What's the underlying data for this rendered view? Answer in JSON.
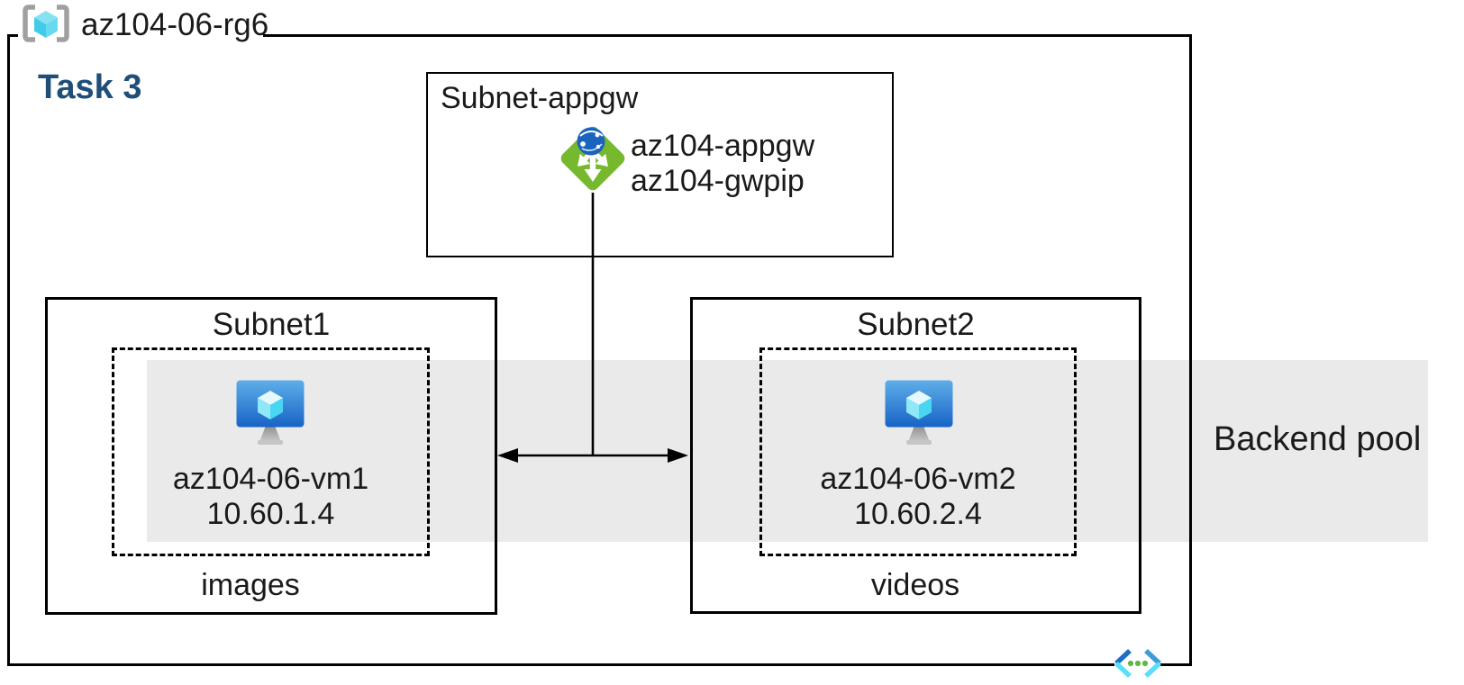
{
  "resource_group": {
    "name": "az104-06-rg6",
    "icon": "resource-group-icon"
  },
  "task": {
    "label": "Task 3"
  },
  "appgw_subnet": {
    "title": "Subnet-appgw",
    "gateway": {
      "icon": "application-gateway-icon",
      "name": "az104-appgw",
      "public_ip": "az104-gwpip"
    }
  },
  "subnet1": {
    "title": "Subnet1",
    "vm": {
      "icon": "virtual-machine-icon",
      "name": "az104-06-vm1",
      "ip": "10.60.1.4"
    },
    "label_below": "images"
  },
  "subnet2": {
    "title": "Subnet2",
    "vm": {
      "icon": "virtual-machine-icon",
      "name": "az104-06-vm2",
      "ip": "10.60.2.4"
    },
    "label_below": "videos"
  },
  "backend_pool": {
    "label": "Backend pool"
  },
  "footer": {
    "icon": "virtual-network-icon"
  },
  "colors": {
    "band_gray": "#EAEAEA",
    "task_text_blue": "#1F4E79",
    "appgw_green": "#76B82E",
    "globe_blue": "#1B64BE",
    "vm_monitor_top": "#5FAEE8",
    "vm_monitor_bottom": "#1763C6",
    "cube_cyan_light": "#E5F8FC",
    "cube_cyan_mid": "#8FE7F7",
    "cube_cyan_deep": "#49D6F2",
    "bracket_gray": "#A0A0A0",
    "vnet_chevron_blue": "#1F6FC4",
    "vnet_chevron_cyan": "#58DFF9",
    "vnet_dot_green": "#5CB843",
    "line_black": "#000000"
  }
}
